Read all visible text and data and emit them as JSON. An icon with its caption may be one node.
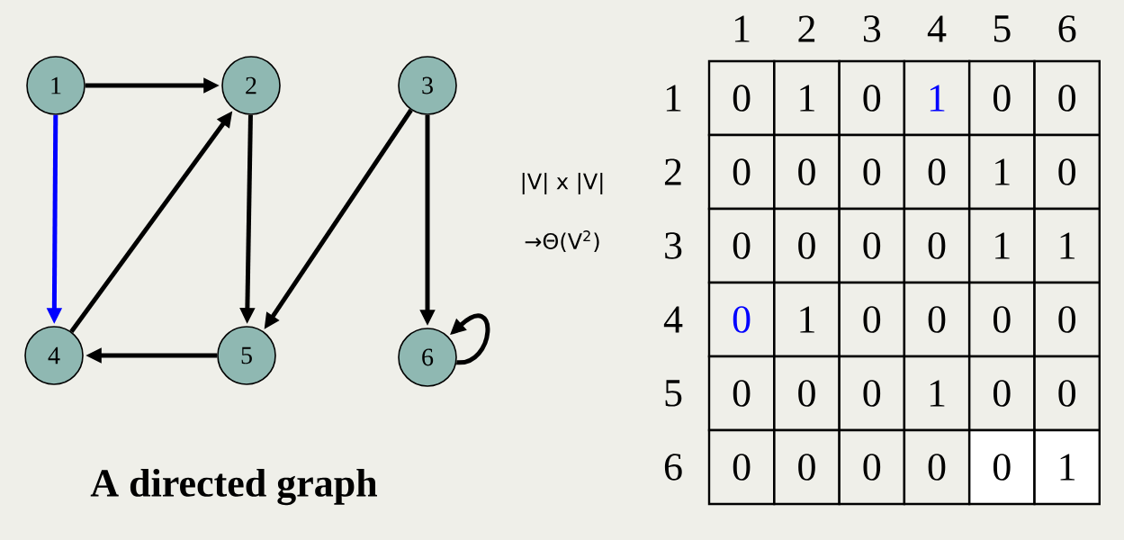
{
  "diagram": {
    "caption": "A directed graph",
    "nodes": [
      {
        "text": [
          "1"
        ]
      },
      {
        "text": [
          "2"
        ]
      },
      {
        "text": [
          "3"
        ]
      },
      {
        "text": [
          "4"
        ]
      },
      {
        "text": [
          "5"
        ]
      },
      {
        "text": [
          "6"
        ]
      }
    ],
    "edges": [
      {
        "from": 0,
        "to": 1,
        "arrow": "to"
      },
      {
        "from": 0,
        "to": 3,
        "arrow": "to",
        "color": "#0000ff"
      },
      {
        "from": 1,
        "to": 4,
        "arrow": "to"
      },
      {
        "from": 2,
        "to": 4,
        "arrow": "to"
      },
      {
        "from": 2,
        "to": 5,
        "arrow": "to"
      },
      {
        "from": 3,
        "to": 1,
        "arrow": "to"
      },
      {
        "from": 4,
        "to": 3,
        "arrow": "to"
      },
      {
        "from": 5,
        "to": 5,
        "arrow": "to"
      }
    ],
    "labels": [
      "|V| x |V|",
      "→Θ(V$^{2}$)",
      "1",
      "2",
      "3",
      "4",
      "5",
      "6",
      "1",
      "0",
      "1",
      "0",
      "1",
      "0",
      "0",
      "2",
      "0",
      "0",
      "0",
      "0",
      "1",
      "0",
      "3",
      "0",
      "0",
      "0",
      "0",
      "1",
      "1",
      "4",
      "0",
      "1",
      "0",
      "0",
      "0",
      "0",
      "5",
      "0",
      "0",
      "0",
      "1",
      "0",
      "0",
      "6",
      "0",
      "0",
      "0",
      "0",
      "0",
      "1"
    ]
  }
}
